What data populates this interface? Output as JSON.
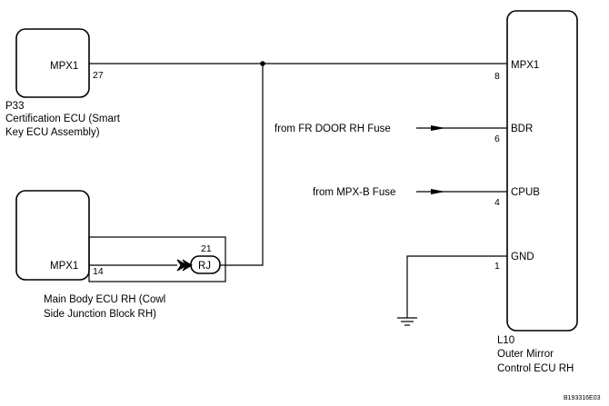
{
  "components": {
    "p33": {
      "code": "P33",
      "name_line1": "Certification ECU (Smart",
      "name_line2": "Key ECU Assembly)",
      "terminal": "MPX1",
      "pin": "27"
    },
    "main_body": {
      "name_line1": "Main Body ECU RH (Cowl",
      "name_line2": "Side Junction Block RH)",
      "terminal": "MPX1",
      "pin": "14",
      "connector": "RJ",
      "connector_pin": "21"
    },
    "l10": {
      "code": "L10",
      "name_line1": "Outer Mirror",
      "name_line2": "Control ECU RH",
      "terminals": [
        {
          "name": "MPX1",
          "pin": "8"
        },
        {
          "name": "BDR",
          "pin": "6"
        },
        {
          "name": "CPUB",
          "pin": "4"
        },
        {
          "name": "GND",
          "pin": "1"
        }
      ]
    }
  },
  "sources": {
    "fr_door": "from FR DOOR RH Fuse",
    "mpx_b": "from MPX-B Fuse"
  },
  "figure_id": "B193316E03"
}
